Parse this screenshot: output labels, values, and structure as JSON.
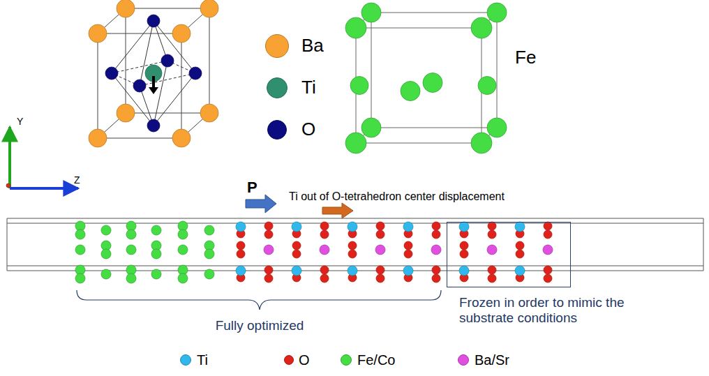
{
  "diagram": {
    "nodes": [
      {
        "text": [
          "Frozen in order to mimic the substrate conditions"
        ]
      }
    ],
    "labels": [
      "Y",
      "Z",
      "Fe",
      "P",
      "Ti out of O-tetrahedron center displacement",
      "Fully optimized"
    ],
    "legend": [
      {
        "text": "Ba",
        "color": "#f7a233"
      },
      {
        "text": "Ti",
        "color": "#2f8f6f"
      },
      {
        "text": "O",
        "color": "#0c0c80"
      },
      {
        "text": "Ti",
        "color": "#30b8ec"
      },
      {
        "text": "O",
        "color": "#e0221a"
      },
      {
        "text": "Fe/Co",
        "color": "#44dd44"
      },
      {
        "text": "Ba/Sr",
        "color": "#e04fe0"
      }
    ]
  }
}
